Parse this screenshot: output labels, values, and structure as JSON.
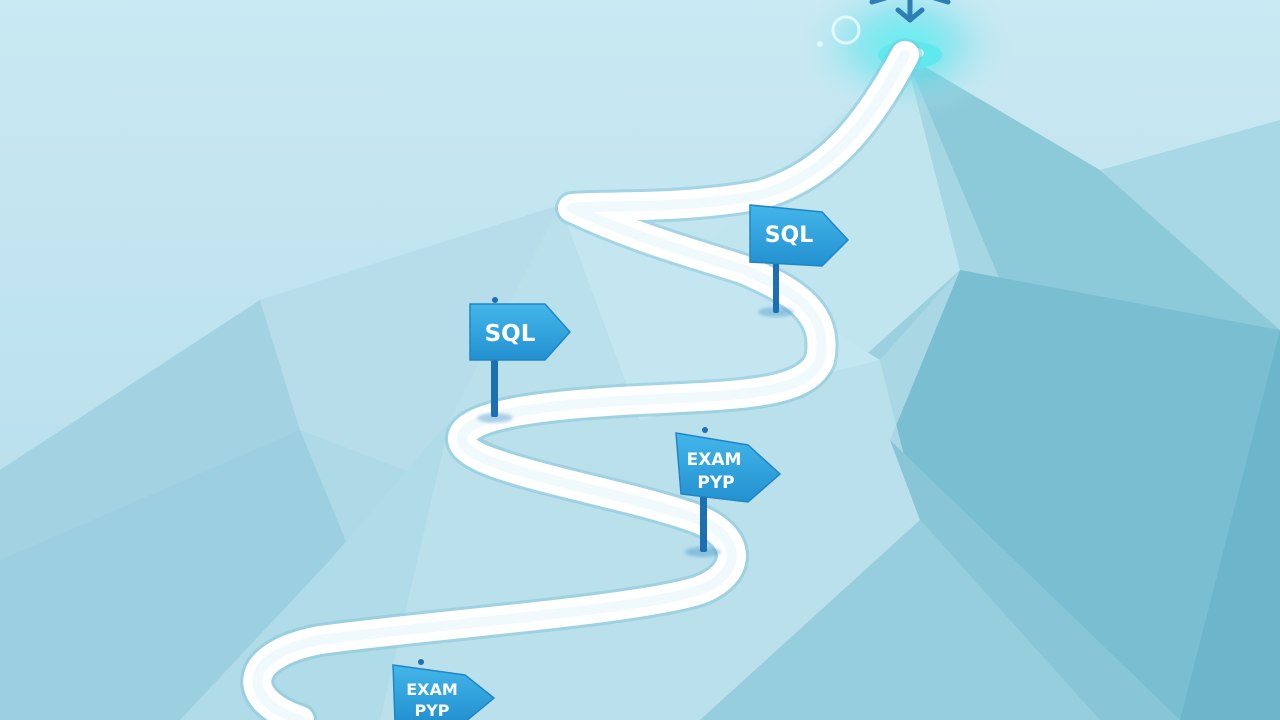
{
  "signs": [
    {
      "label": "SQL"
    },
    {
      "label": "SQL"
    },
    {
      "line1": "EXAM",
      "line2": "PYP"
    },
    {
      "line1": "EXAM",
      "line2": "PYP"
    }
  ],
  "colors": {
    "sky": "#c6e7f1",
    "mountain_light": "#b7dfeb",
    "mountain_dark": "#7cc3d6",
    "trail": "#ffffff",
    "sign_blue": "#2e9fd9",
    "pole_blue": "#1c70b2",
    "summit_glow": "#34e0e6"
  },
  "icons": {
    "summit": "snowflake-icon"
  }
}
